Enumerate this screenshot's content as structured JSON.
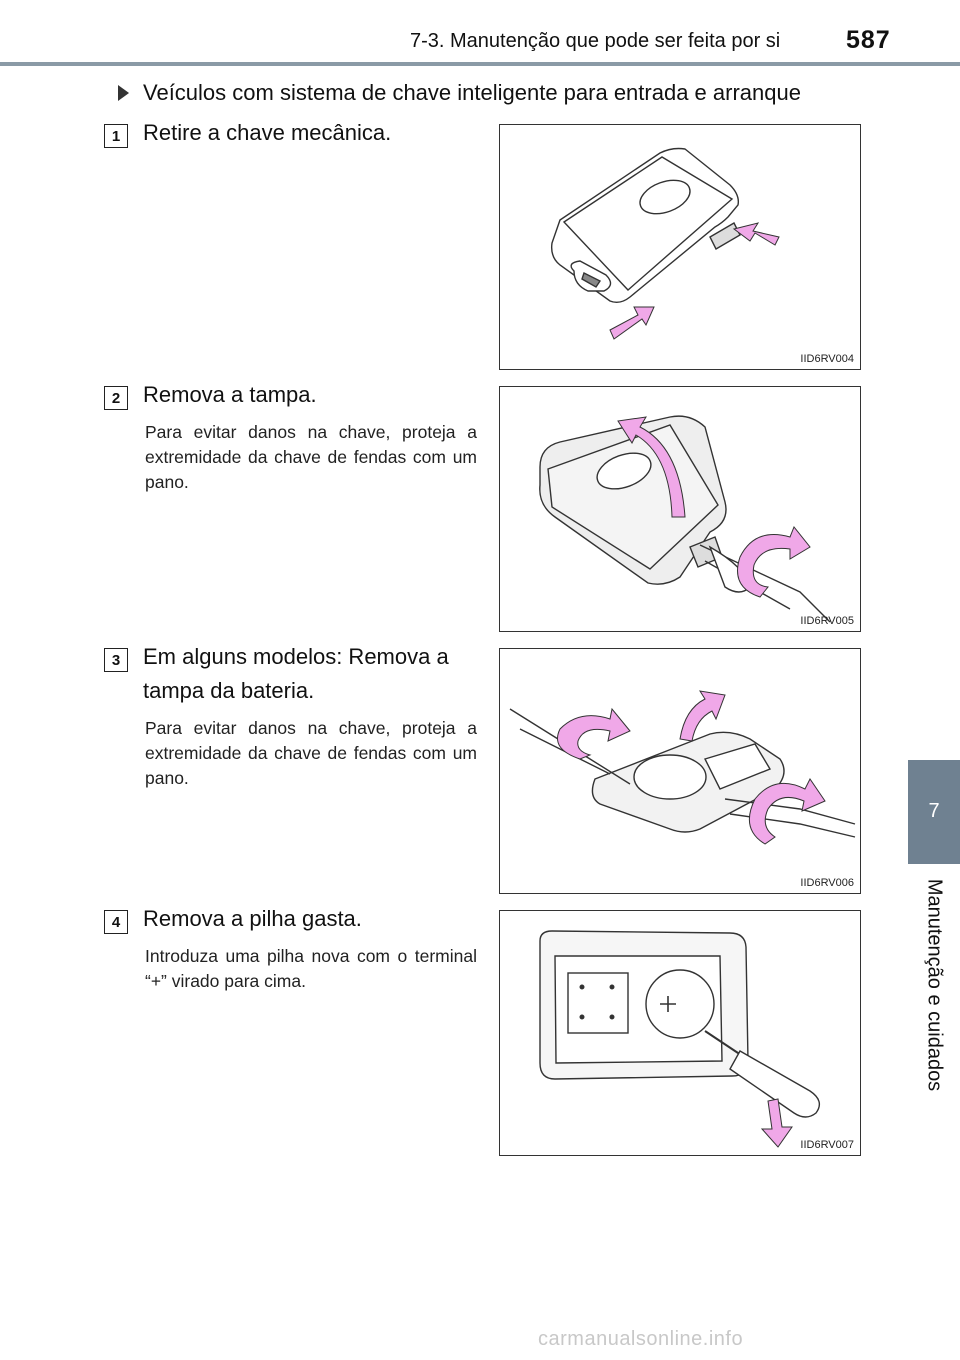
{
  "header": {
    "section": "7-3. Manutenção que pode ser feita por si",
    "page": "587"
  },
  "side_tab": {
    "number": "7",
    "label": "Manutenção e cuidados"
  },
  "subtitle": "Veículos com sistema de chave inteligente para entrada e arranque",
  "steps": [
    {
      "number": "1",
      "title": "Retire a chave mecânica.",
      "note": "",
      "figure_code": "IID6RV004"
    },
    {
      "number": "2",
      "title": "Remova a tampa.",
      "note": "Para evitar danos na chave, proteja a extremidade da chave de fendas com um pano.",
      "figure_code": "IID6RV005"
    },
    {
      "number": "3",
      "title": "Em alguns modelos: Remova a tampa da bateria.",
      "note": "Para evitar danos na chave, proteja a extremidade da chave de fendas com um pano.",
      "figure_code": "IID6RV006"
    },
    {
      "number": "4",
      "title": "Remova a pilha gasta.",
      "note": "Introduza uma pilha nova com o terminal “+” virado para cima.",
      "figure_code": "IID6RV007"
    }
  ],
  "watermark": "carmanualsonline.info",
  "colors": {
    "arrow": "#f0a8e8",
    "arrow_stroke": "#333333",
    "tab": "#6f8191",
    "rule": "#8a9aa6"
  }
}
